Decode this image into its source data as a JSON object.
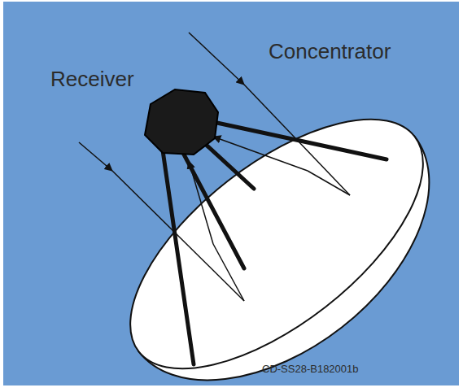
{
  "diagram": {
    "labels": [
      "Receiver",
      "Concentrator",
      "CD-SS28-B182001b"
    ]
  }
}
